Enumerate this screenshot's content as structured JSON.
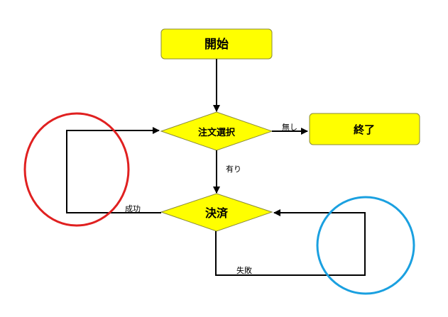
{
  "nodes": {
    "start": "開始",
    "select_order": "注文選択",
    "end": "終了",
    "payment": "決済"
  },
  "edge_labels": {
    "none": "無し",
    "exists": "有り",
    "success": "成功",
    "failure": "失敗"
  },
  "colors": {
    "node_fill": "#ffff00",
    "node_stroke": "#8a8a3a",
    "line": "#000000",
    "red_circle": "#e02020",
    "blue_circle": "#1aa0e0"
  }
}
